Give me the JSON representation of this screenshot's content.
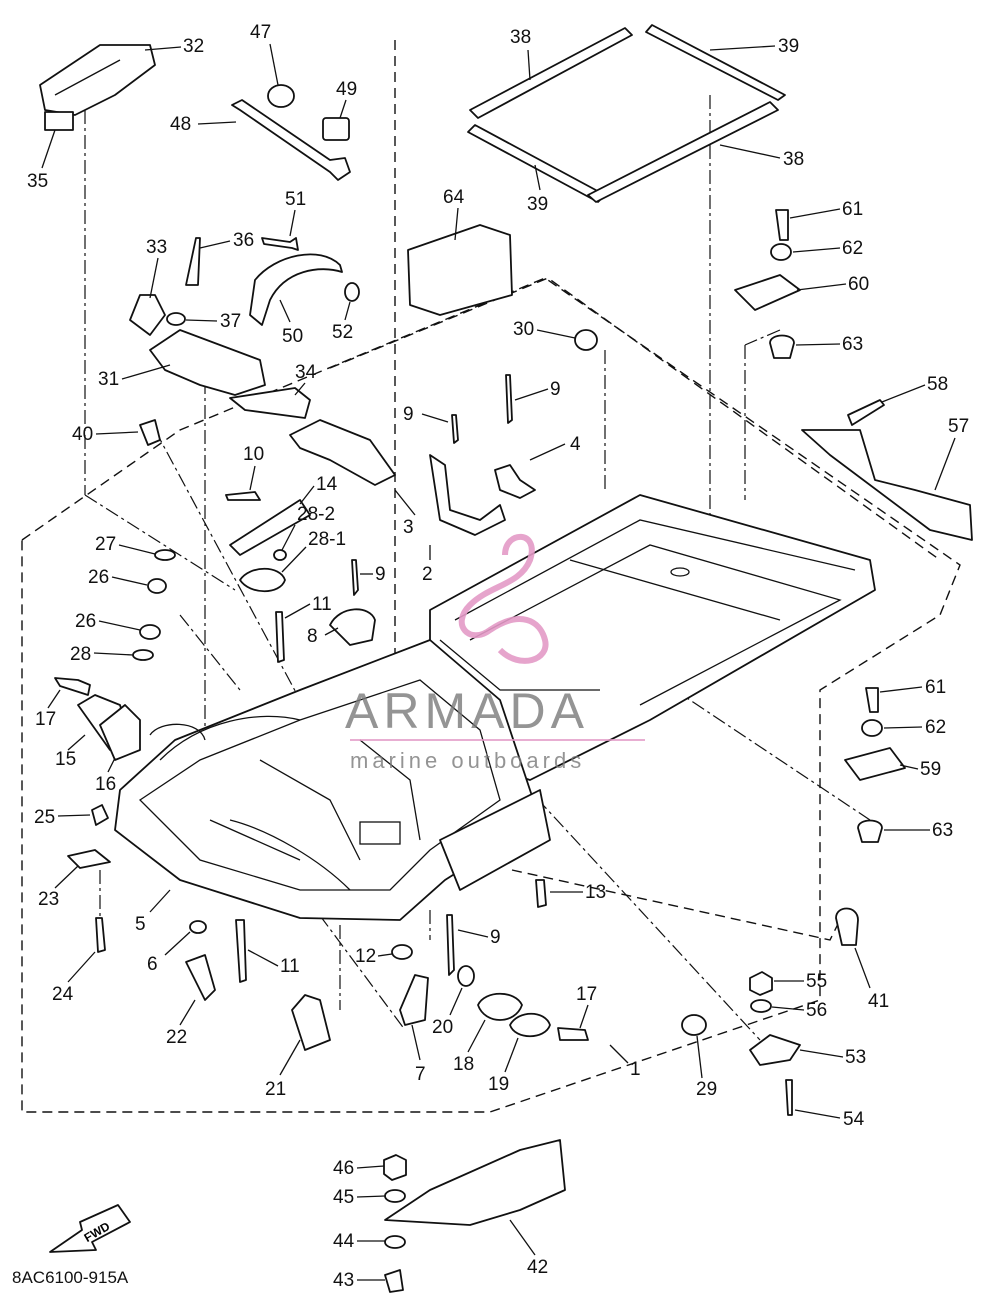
{
  "diagram": {
    "drawing_code": "8AC6100-915A",
    "fwd_label": "FWD",
    "watermark": {
      "title": "ARMADA",
      "subtitle": "marine outboards",
      "color": "#e39ac7"
    },
    "callouts": [
      "1",
      "2",
      "3",
      "4",
      "5",
      "6",
      "7",
      "8",
      "9",
      "9",
      "9",
      "9",
      "10",
      "11",
      "11",
      "12",
      "13",
      "14",
      "15",
      "16",
      "17",
      "17",
      "18",
      "19",
      "20",
      "21",
      "22",
      "23",
      "24",
      "25",
      "26",
      "26",
      "27",
      "28",
      "28-1",
      "28-2",
      "29",
      "30",
      "31",
      "32",
      "33",
      "34",
      "35",
      "36",
      "37",
      "38",
      "38",
      "39",
      "39",
      "40",
      "41",
      "42",
      "43",
      "44",
      "45",
      "46",
      "47",
      "48",
      "49",
      "50",
      "51",
      "52",
      "53",
      "54",
      "55",
      "56",
      "57",
      "58",
      "59",
      "60",
      "61",
      "61",
      "62",
      "62",
      "63",
      "63",
      "64"
    ]
  }
}
